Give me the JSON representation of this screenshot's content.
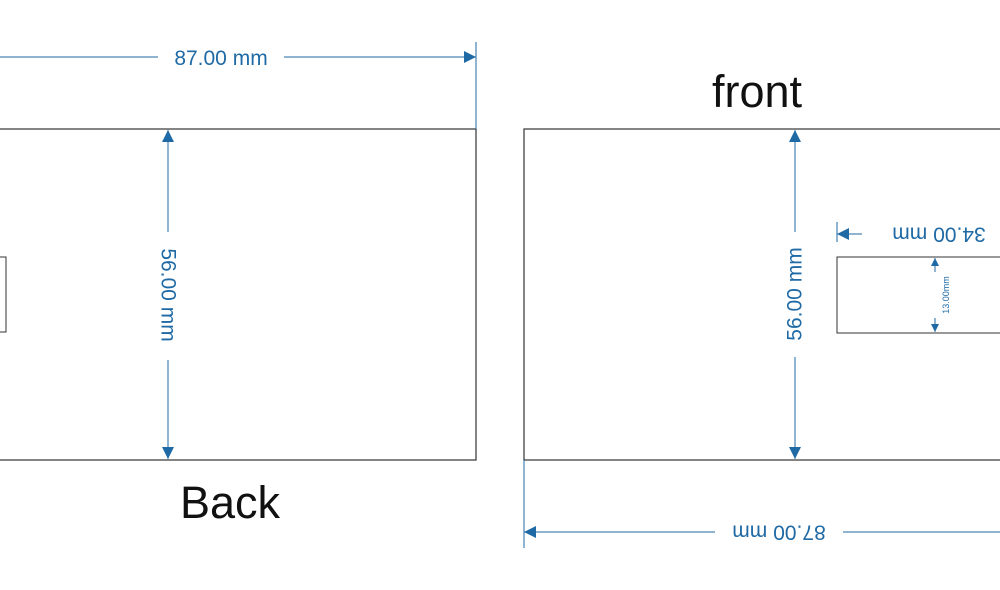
{
  "back_panel": {
    "title": "Back",
    "width_dimension": "87.00 mm",
    "height_dimension": "56.00 mm"
  },
  "front_panel": {
    "title": "front",
    "width_dimension": "87.00 mm",
    "height_dimension": "56.00 mm",
    "cutout_width_dimension": "34.00 mm",
    "cutout_height_dimension": "13.00mm"
  },
  "colors": {
    "dimension": "#1f6aa5",
    "outline": "#333333",
    "title": "#111111"
  }
}
